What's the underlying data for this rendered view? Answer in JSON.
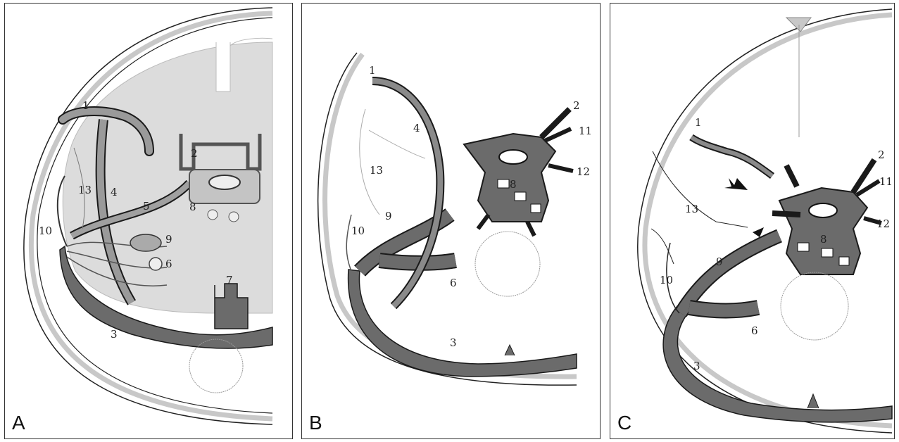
{
  "panels": [
    {
      "letter": "A",
      "labels": [
        "1",
        "2",
        "3",
        "4",
        "5",
        "6",
        "7",
        "8",
        "9",
        "10",
        "13"
      ]
    },
    {
      "letter": "B",
      "labels": [
        "1",
        "2",
        "3",
        "4",
        "6",
        "8",
        "9",
        "10",
        "11",
        "12",
        "13"
      ]
    },
    {
      "letter": "C",
      "labels": [
        "1",
        "2",
        "3",
        "6",
        "8",
        "9",
        "10",
        "11",
        "12",
        "13"
      ]
    }
  ],
  "colors": {
    "vessel": "#6b6b6b",
    "vessel_outline": "#1a1a1a",
    "tissue": "#d9d9d9",
    "skull": "#c8c8c8",
    "border": "#333333"
  }
}
